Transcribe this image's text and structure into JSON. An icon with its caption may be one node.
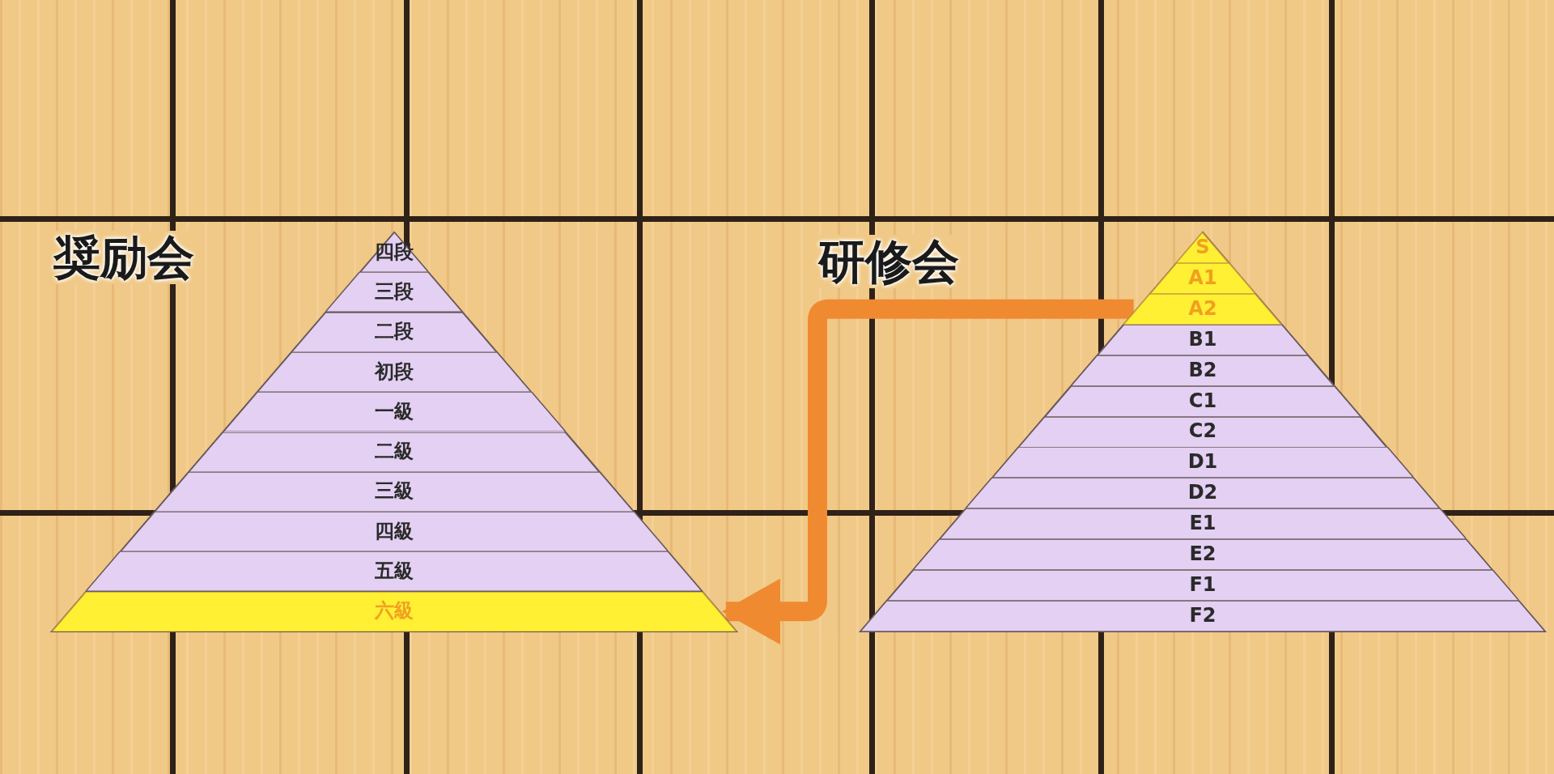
{
  "diagram": {
    "nodes": [
      {
        "text": [
          "奨励会"
        ]
      },
      {
        "text": [
          "四段"
        ],
        "in": 0
      },
      {
        "text": [
          "三段"
        ],
        "in": 0
      },
      {
        "text": [
          "二段"
        ],
        "in": 0
      },
      {
        "text": [
          "初段"
        ],
        "in": 0
      },
      {
        "text": [
          "一級"
        ],
        "in": 0
      },
      {
        "text": [
          "二級"
        ],
        "in": 0
      },
      {
        "text": [
          "三級"
        ],
        "in": 0
      },
      {
        "text": [
          "四級"
        ],
        "in": 0
      },
      {
        "text": [
          "五級"
        ],
        "in": 0
      },
      {
        "text": [
          "六級"
        ],
        "in": 0
      },
      {
        "text": [
          "研修会"
        ]
      },
      {
        "text": [
          "S"
        ],
        "in": 11
      },
      {
        "text": [
          "A1"
        ],
        "in": 11
      },
      {
        "text": [
          "A2"
        ],
        "in": 11
      },
      {
        "text": [
          "B1"
        ],
        "in": 11
      },
      {
        "text": [
          "B2"
        ],
        "in": 11
      },
      {
        "text": [
          "C1"
        ],
        "in": 11
      },
      {
        "text": [
          "C2"
        ],
        "in": 11
      },
      {
        "text": [
          "D1"
        ],
        "in": 11
      },
      {
        "text": [
          "D2"
        ],
        "in": 11
      },
      {
        "text": [
          "E1"
        ],
        "in": 11
      },
      {
        "text": [
          "E2"
        ],
        "in": 11
      },
      {
        "text": [
          "F1"
        ],
        "in": 11
      },
      {
        "text": [
          "F2"
        ],
        "in": 11
      }
    ],
    "edges": [
      {
        "from": 14,
        "to": 10,
        "arrow": "to"
      }
    ]
  }
}
